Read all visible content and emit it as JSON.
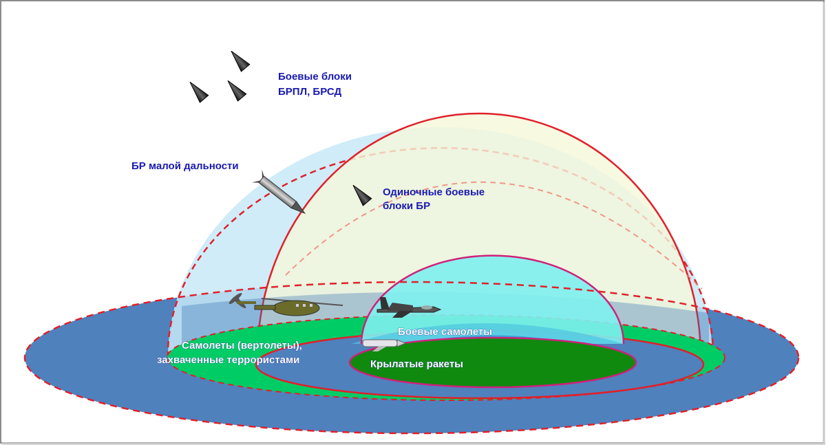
{
  "labels": {
    "warheads_slbm": [
      "Боевые блоки",
      "БРПЛ, БРСД"
    ],
    "short_range": "БР малой дальности",
    "single_warheads": [
      "Одиночные боевые",
      "блоки БР"
    ],
    "hijacked_aircraft": [
      "Самолеты (вертолеты),",
      "захваченные террористами"
    ],
    "combat_aircraft": "Боевые самолеты",
    "cruise_missiles": "Крылатые ракеты"
  },
  "colors": {
    "outer_disk": "#4f81bd",
    "green_ring": "#00cc66",
    "inner_disk": "#0f8a0f",
    "boundary_red": "#e0202a",
    "dome_magenta": "#d0207a",
    "label_blue": "#1a1ab0"
  },
  "icons": [
    "warhead-icon",
    "short-range-missile-icon",
    "helicopter-icon",
    "fighter-jet-icon",
    "cruise-missile-icon"
  ]
}
